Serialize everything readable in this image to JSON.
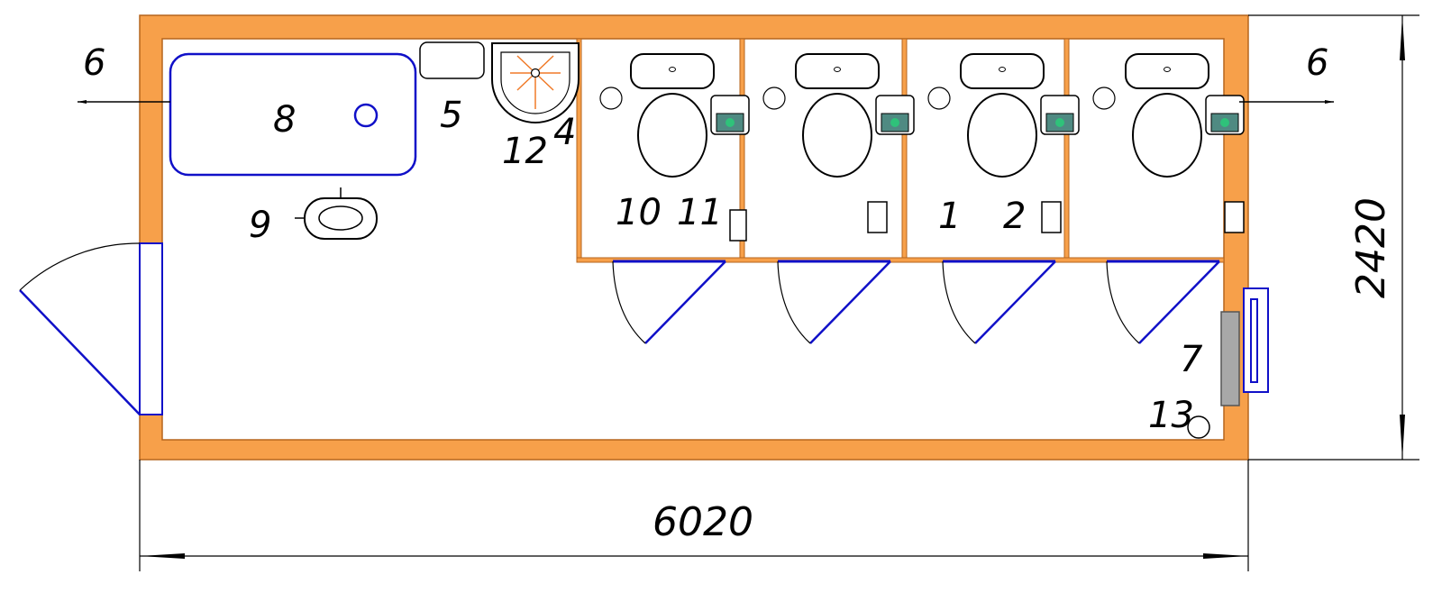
{
  "dimensions": {
    "width": "6020",
    "height": "2420"
  },
  "section_marks": {
    "left": "6",
    "right": "6"
  },
  "callouts": {
    "c1": "1",
    "c2": "2",
    "c4": "4",
    "c5": "5",
    "c7": "7",
    "c8": "8",
    "c9": "9",
    "c10": "10",
    "c11": "11",
    "c12": "12",
    "c13": "13"
  },
  "colors": {
    "wall": "#f7a04a",
    "wall_outline": "#b5651d",
    "fixture_blue": "#1010c8",
    "heater_gray": "#a8a8a8",
    "tank_teal": "#4f8a82",
    "tank_green": "#2fc27a",
    "drain_orange": "#f07a28",
    "line": "#000000"
  },
  "icons": {
    "toilet": "toilet-icon",
    "sink": "washbasin-icon",
    "shower_tray": "shower-tray-icon",
    "door": "door-swing-icon",
    "window": "window-icon"
  }
}
